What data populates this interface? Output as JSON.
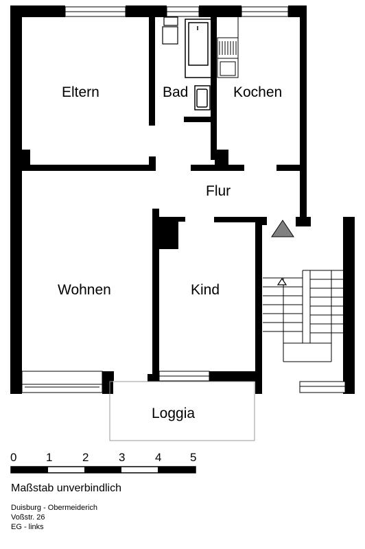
{
  "rooms": {
    "eltern": "Eltern",
    "bad": "Bad",
    "kochen": "Kochen",
    "flur": "Flur",
    "wohnen": "Wohnen",
    "kind": "Kind",
    "loggia": "Loggia"
  },
  "scale": {
    "ticks": [
      "0",
      "1",
      "2",
      "3",
      "4",
      "5"
    ],
    "note": "Maßstab unverbindlich"
  },
  "address": {
    "line1": "Duisburg - Obermeiderich",
    "line2": "Voßstr. 26",
    "line3": "EG - links"
  },
  "colors": {
    "wall": "#000000",
    "stair_marker": "#808080"
  }
}
